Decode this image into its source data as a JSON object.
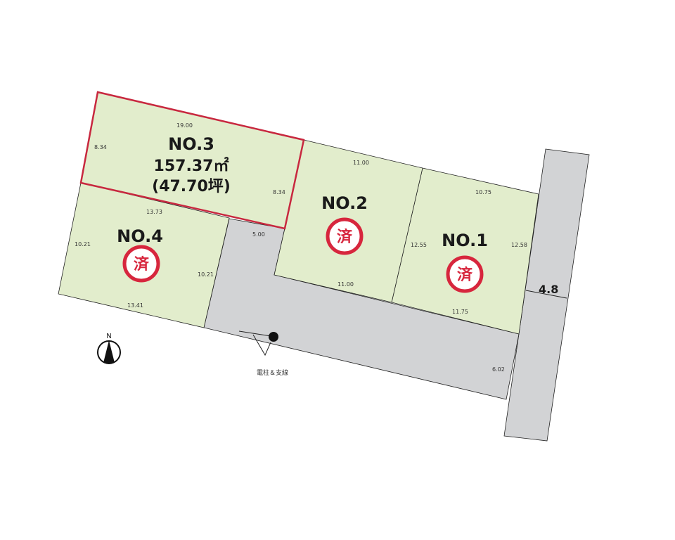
{
  "lots": {
    "no1": {
      "label": "NO.1",
      "status": "済",
      "dims": {
        "top": "10.75",
        "left": "12.55",
        "right": "12.58",
        "bottom": "11.75"
      }
    },
    "no2": {
      "label": "NO.2",
      "status": "済",
      "dims": {
        "top": "11.00",
        "bottom": "11.00"
      }
    },
    "no3": {
      "label": "NO.3",
      "area_m2": "157.37㎡",
      "area_tsubo": "(47.70坪)",
      "dims": {
        "top": "19.00",
        "left": "8.34",
        "right": "8.34"
      }
    },
    "no4": {
      "label": "NO.4",
      "status": "済",
      "dims": {
        "top": "13.73",
        "left": "10.21",
        "right": "10.21",
        "bottom": "13.41"
      }
    }
  },
  "road": {
    "private_width": "5.00",
    "private_end": "6.02",
    "public_width": "4.8"
  },
  "legend": {
    "north": "N",
    "pole_label": "電柱＆支線"
  },
  "colors": {
    "lot_fill": "#e2edcc",
    "road_fill": "#d2d3d5",
    "highlight": "#c8283f",
    "sold": "#d7263d"
  }
}
